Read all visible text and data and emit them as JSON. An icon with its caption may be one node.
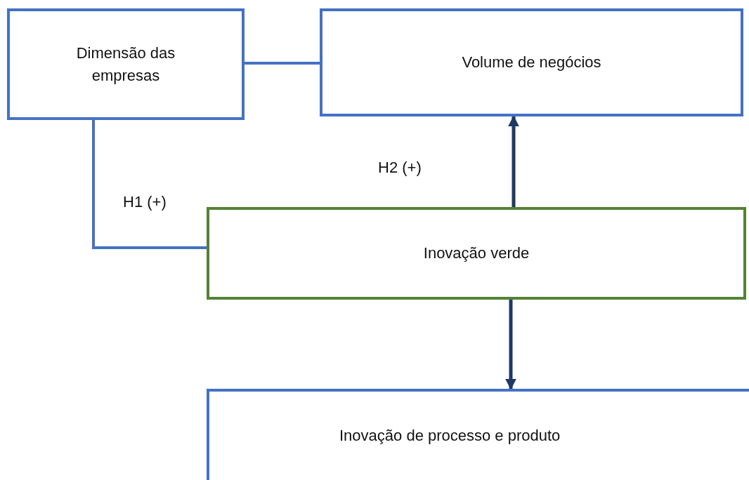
{
  "diagram": {
    "nodes": [
      {
        "text": [
          "Dimensão das empresas"
        ]
      },
      {
        "text": [
          "Volume de negócios"
        ]
      },
      {
        "text": [
          "Inovação verde"
        ]
      },
      {
        "text": [
          "Inovação de processo e produto"
        ]
      }
    ],
    "edges": [
      {
        "from": 0,
        "to": 1,
        "arrow": "none"
      },
      {
        "from": 0,
        "to": 2,
        "arrow": "none"
      },
      {
        "from": 2,
        "to": 1,
        "arrow": "to",
        "color": "#203864"
      },
      {
        "from": 2,
        "to": 3,
        "arrow": "to",
        "color": "#203864"
      }
    ],
    "labels": [
      "H2 (+)",
      "H1 (+)"
    ]
  }
}
